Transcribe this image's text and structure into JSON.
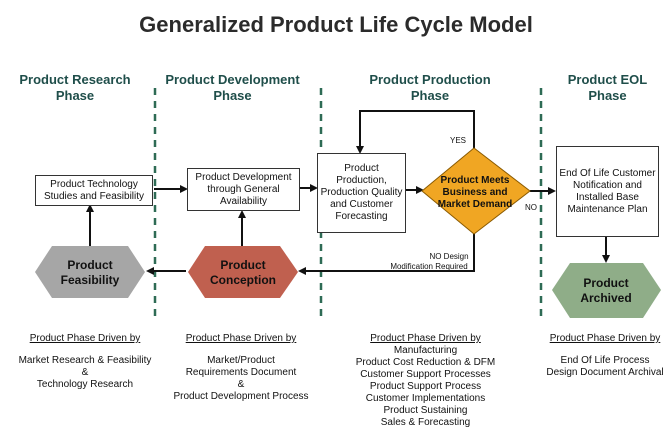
{
  "title": "Generalized Product Life Cycle Model",
  "phases": [
    {
      "line1": "Product Research",
      "line2": "Phase"
    },
    {
      "line1": "Product Development",
      "line2": "Phase"
    },
    {
      "line1": "Product Production",
      "line2": "Phase"
    },
    {
      "line1": "Product EOL",
      "line2": "Phase"
    }
  ],
  "boxes": {
    "research": "Product Technology Studies and Feasibility",
    "development": "Product Development through General Availability",
    "production": "Product Production, Production Quality and Customer Forecasting",
    "eol": "End Of Life Customer Notification and Installed Base Maintenance Plan"
  },
  "decision": {
    "line1": "Product Meets",
    "line2": "Business and",
    "line3": "Market Demand"
  },
  "labels": {
    "yes": "YES",
    "no": "NO",
    "no_design_1": "NO Design",
    "no_design_2": "Modification Required"
  },
  "shapes": {
    "feasibility": {
      "line1": "Product",
      "line2": "Feasibility"
    },
    "conception": {
      "line1": "Product",
      "line2": "Conception"
    },
    "archived": {
      "line1": "Product",
      "line2": "Archived"
    }
  },
  "driven": [
    {
      "header": "Product Phase Driven by",
      "lines": [
        "Market Research & Feasibility",
        "&",
        "Technology Research"
      ]
    },
    {
      "header": "Product Phase Driven by",
      "lines": [
        "Market/Product",
        "Requirements Document",
        "&",
        "Product Development Process"
      ]
    },
    {
      "header": "Product Phase Driven by",
      "lines": [
        "Manufacturing",
        "Product Cost Reduction & DFM",
        "Customer Support Processes",
        "Product Support Process",
        "Customer Implementations",
        "Product Sustaining",
        "Sales & Forecasting"
      ]
    },
    {
      "header": "Product Phase Driven by",
      "lines": [
        "End Of Life Process",
        "Design Document Archival"
      ]
    }
  ],
  "colors": {
    "phase_text": "#1f4e4a",
    "divider": "#2e6b55",
    "feasibility_fill": "#a6a6a6",
    "conception_fill": "#c0604f",
    "decision_fill": "#f0a623",
    "archived_fill": "#8fad88"
  }
}
